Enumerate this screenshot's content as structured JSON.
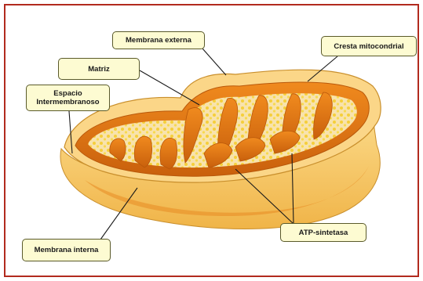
{
  "labels": {
    "membrana_externa": "Membrana externa",
    "matriz": "Matriz",
    "espacio_intermembranoso": "Espacio Intermembranoso",
    "cresta_mitocondrial": "Cresta mitocondrial",
    "atp_sintetasa": "ATP-sintetasa",
    "membrana_interna": "Membrana interna"
  },
  "colors": {
    "frame_border": "#b22a1e",
    "label_fill": "#fdfbd2",
    "outer_membrane": "#f6c25a",
    "inner_membrane": "#e07a16",
    "matrix": "#f8e0a8",
    "granules": "#f7d23a"
  }
}
